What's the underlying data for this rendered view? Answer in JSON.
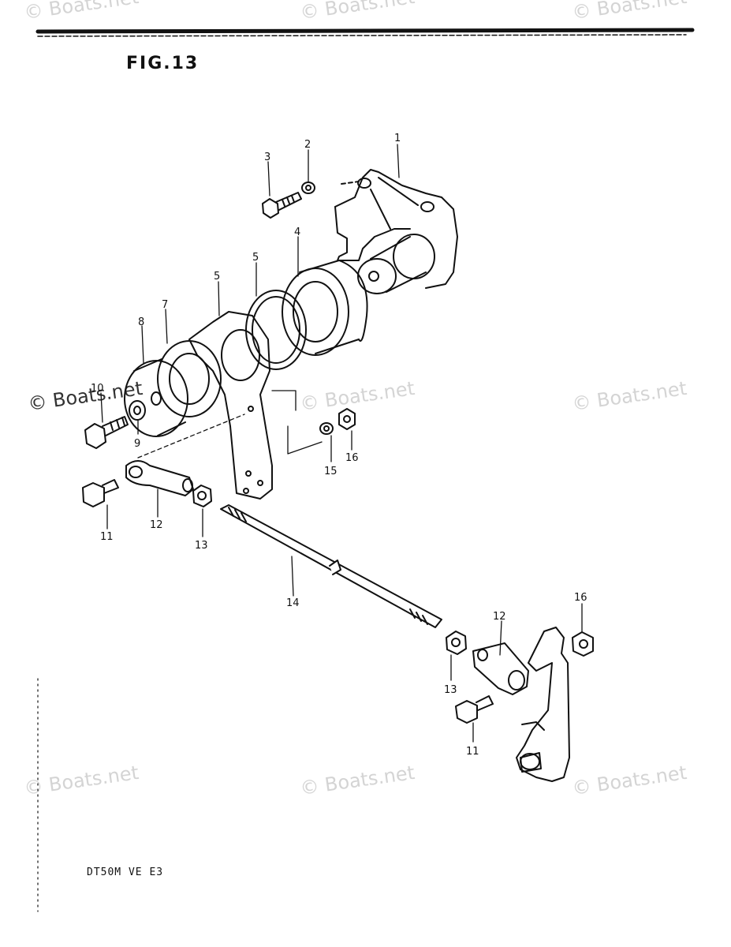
{
  "figure": {
    "title": "FIG.13",
    "footer": "DT50M VE E3"
  },
  "watermark": "© Boats.net",
  "callouts": [
    {
      "id": "c1",
      "label": "1"
    },
    {
      "id": "c2",
      "label": "2"
    },
    {
      "id": "c3",
      "label": "3"
    },
    {
      "id": "c4",
      "label": "4"
    },
    {
      "id": "c5a",
      "label": "5"
    },
    {
      "id": "c5b",
      "label": "5"
    },
    {
      "id": "c7",
      "label": "7"
    },
    {
      "id": "c8",
      "label": "8"
    },
    {
      "id": "c9",
      "label": "9"
    },
    {
      "id": "c10",
      "label": "10"
    },
    {
      "id": "c11a",
      "label": "11"
    },
    {
      "id": "c12a",
      "label": "12"
    },
    {
      "id": "c13a",
      "label": "13"
    },
    {
      "id": "c14",
      "label": "14"
    },
    {
      "id": "c15",
      "label": "15"
    },
    {
      "id": "c16a",
      "label": "16"
    },
    {
      "id": "c16b",
      "label": "16"
    },
    {
      "id": "c12b",
      "label": "12"
    },
    {
      "id": "c13b",
      "label": "13"
    },
    {
      "id": "c11b",
      "label": "11"
    }
  ]
}
